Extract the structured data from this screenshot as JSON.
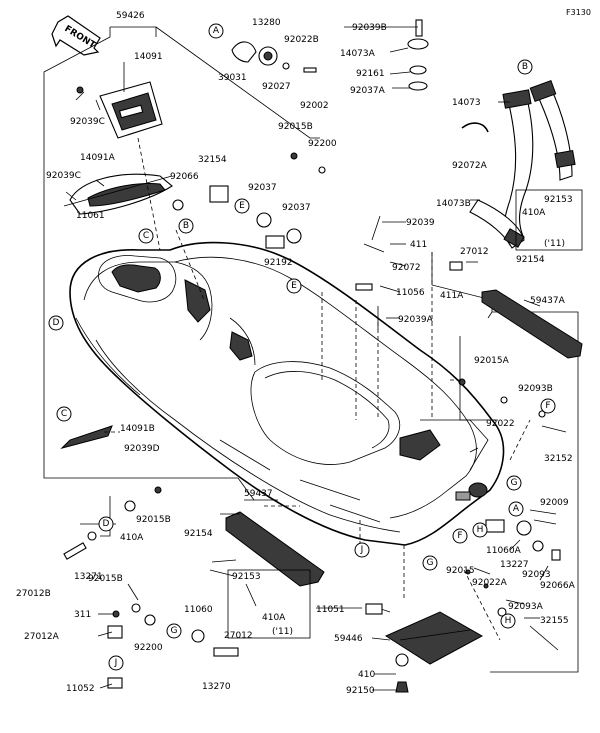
{
  "diagram": {
    "code": "F3130",
    "front_label": "FRONT",
    "colors": {
      "ink": "#000000",
      "paper": "#ffffff",
      "shade": "#3a3a3a",
      "mid": "#9a9a9a"
    },
    "parts": [
      "59426",
      "13280",
      "92022B",
      "92039B",
      "14091",
      "39031",
      "92027",
      "92002",
      "14073A",
      "92161",
      "92037A",
      "92039C",
      "14073",
      "92015B",
      "92200",
      "14091A",
      "32154",
      "92066",
      "92039C",
      "92037",
      "92037",
      "92072A",
      "14073B",
      "92153",
      "410A",
      "('11)",
      "11061",
      "92039",
      "92192",
      "411",
      "27012",
      "92072",
      "92154",
      "11056",
      "411A",
      "59437A",
      "92039A",
      "92015A",
      "92093B",
      "92022",
      "14091B",
      "92039D",
      "32152",
      "92009",
      "92015B",
      "59437",
      "410A",
      "11060A",
      "13227",
      "92093",
      "92066A",
      "92154",
      "13271",
      "27012B",
      "92015",
      "92022A",
      "92015B",
      "92153",
      "410A",
      "('11)",
      "92093A",
      "311",
      "11060",
      "27012",
      "11051",
      "32155",
      "27012A",
      "92200",
      "59446",
      "13270",
      "410",
      "11052",
      "92150"
    ],
    "callouts": [
      "A",
      "B",
      "C",
      "D",
      "E",
      "F",
      "G",
      "H",
      "J"
    ]
  }
}
